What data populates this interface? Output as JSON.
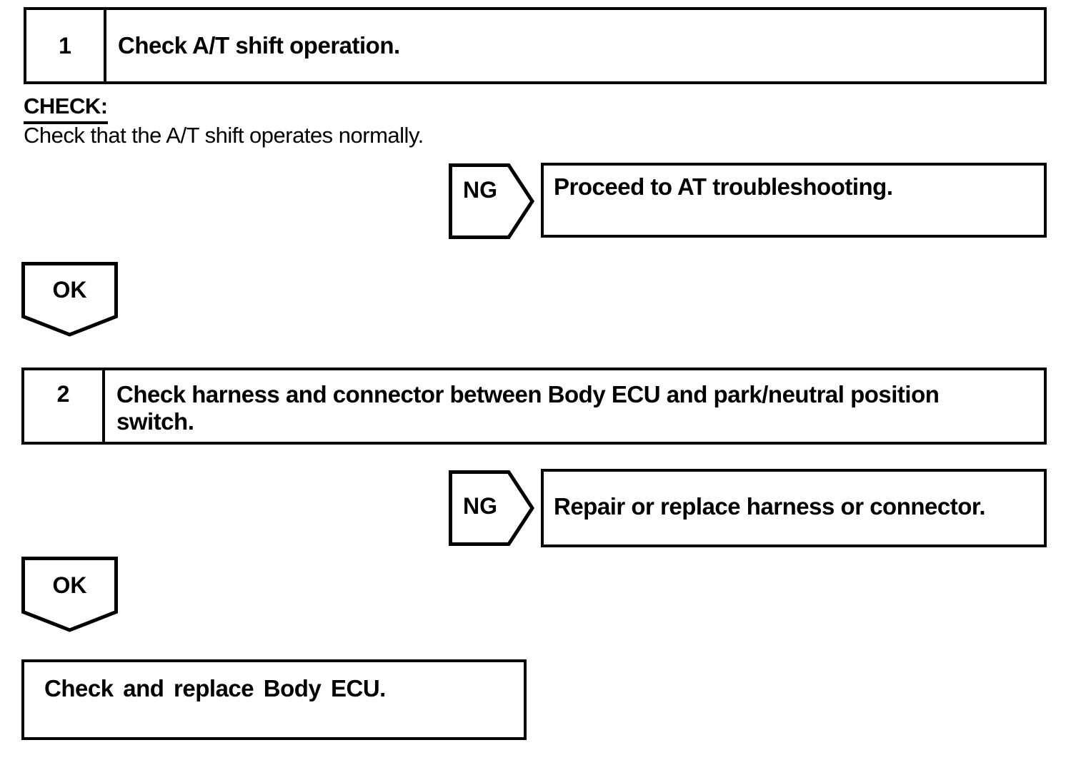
{
  "page": {
    "background_color": "#ffffff",
    "ink_color": "#000000"
  },
  "flowchart": {
    "steps": [
      {
        "number": "1",
        "title": "Check A/T shift operation.",
        "check_label": "CHECK:",
        "check_text": "Check that the A/T shift operates normally.",
        "ng": {
          "label": "NG",
          "action": "Proceed to AT troubleshooting."
        },
        "ok": {
          "label": "OK"
        }
      },
      {
        "number": "2",
        "title": "Check harness and connector between Body ECU and park/neutral position switch.",
        "ng": {
          "label": "NG",
          "action": "Repair or replace harness or connector."
        },
        "ok": {
          "label": "OK"
        }
      }
    ],
    "final_action": "Check and replace Body ECU."
  }
}
